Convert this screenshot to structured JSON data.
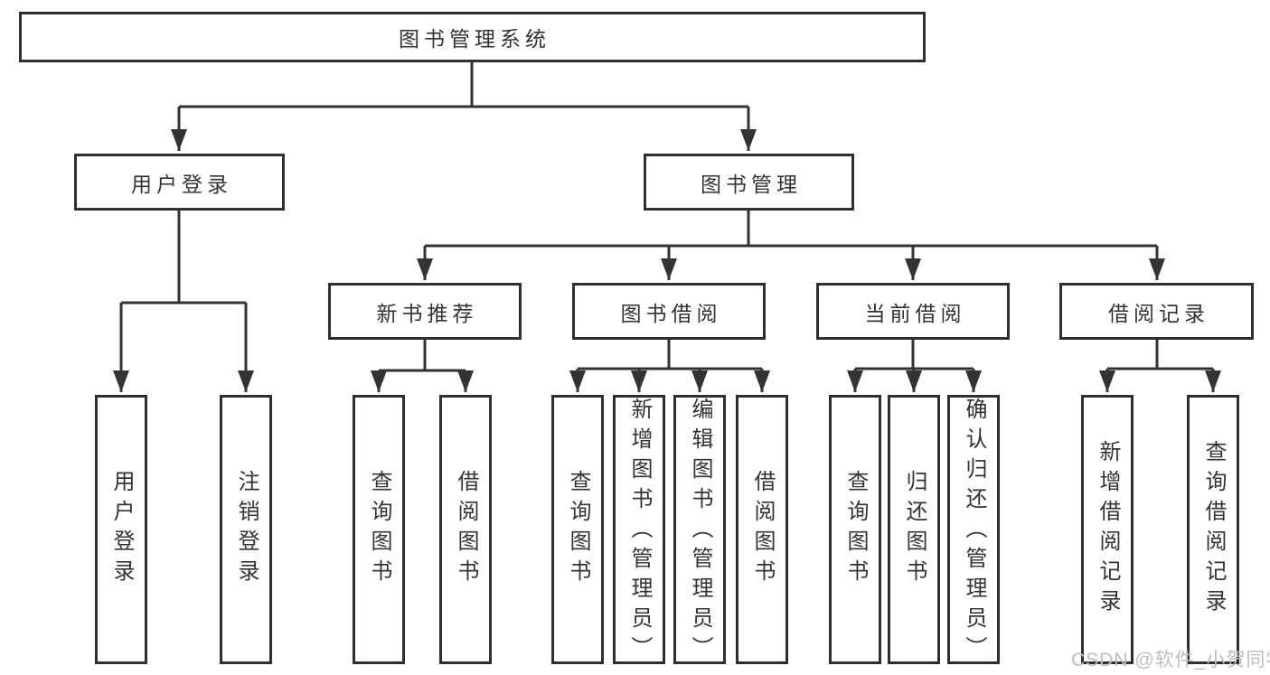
{
  "tree": {
    "label": "图书管理系统",
    "children": [
      {
        "label": "用户登录",
        "children": [
          {
            "label": "用户登录"
          },
          {
            "label": "注销登录"
          }
        ]
      },
      {
        "label": "图书管理",
        "children": [
          {
            "label": "新书推荐",
            "children": [
              {
                "label": "查询图书"
              },
              {
                "label": "借阅图书"
              }
            ]
          },
          {
            "label": "图书借阅",
            "children": [
              {
                "label": "查询图书"
              },
              {
                "label": "新增图书（管理员）"
              },
              {
                "label": "编辑图书（管理员）"
              },
              {
                "label": "借阅图书"
              }
            ]
          },
          {
            "label": "当前借阅",
            "children": [
              {
                "label": "查询图书"
              },
              {
                "label": "归还图书"
              },
              {
                "label": "确认归还（管理员）"
              }
            ]
          },
          {
            "label": "借阅记录",
            "children": [
              {
                "label": "新增借阅记录"
              },
              {
                "label": "查询借阅记录"
              }
            ]
          }
        ]
      }
    ]
  },
  "watermark": {
    "text": "CSDN @软件_小贺同学",
    "color": "#bdbdbd"
  },
  "colors": {
    "line": "#333333",
    "box_border": "#2f2f2f",
    "text": "#333333",
    "background": "#ffffff"
  }
}
